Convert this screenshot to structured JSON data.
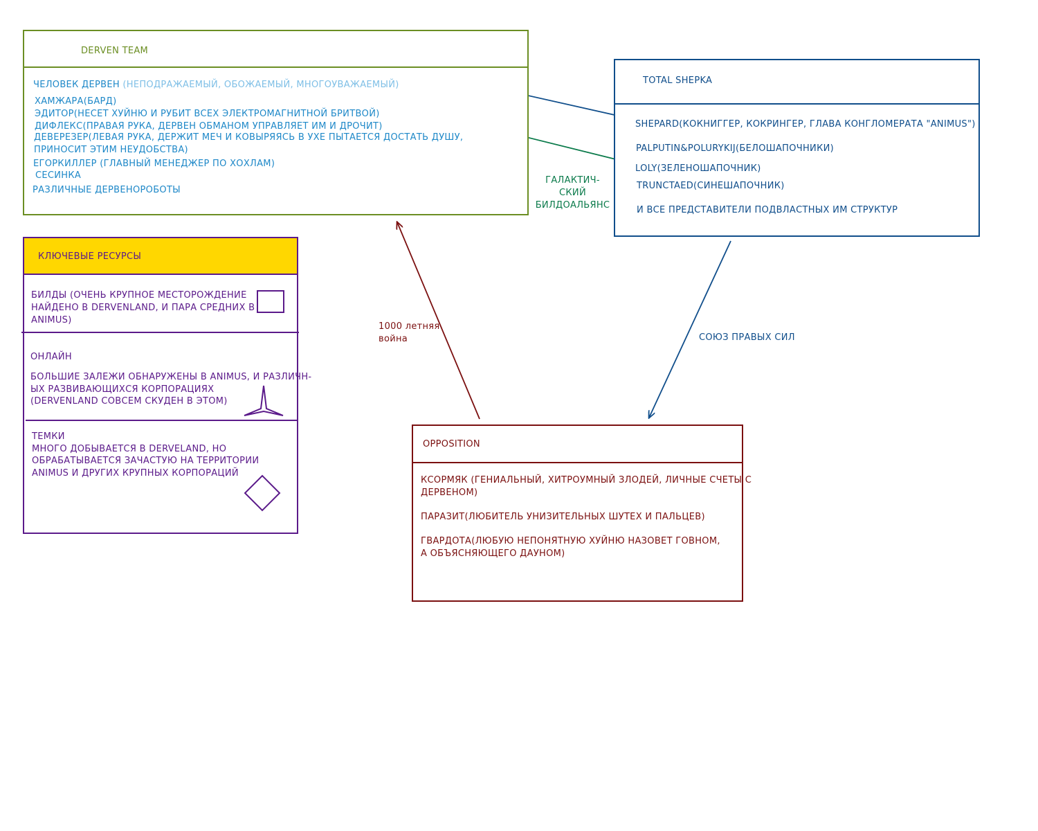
{
  "derven_team": {
    "title": "DERVEN TEAM",
    "line1_main": "ЧЕЛОВЕК ДЕРВЕН",
    "line1_extra": "(НЕПОДРАЖАЕМЫЙ, ОБОЖАЕМЫЙ, МНОГОУВАЖАЕМЫЙ)",
    "members": [
      "ХАМЖАРА(БАРД)",
      "ЭДИТОР(НЕСЕТ ХУЙНЮ И РУБИТ ВСЕХ ЭЛЕКТРОМАГНИТНОЙ БРИТВОЙ)",
      "ДИФЛЕКС(ПРАВАЯ РУКА, ДЕРВЕН ОБМАНОМ УПРАВЛЯЕТ ИМ И ДРОЧИТ)",
      "ДЕВЕРЕЗЕР(ЛЕВАЯ РУКА, ДЕРЖИТ МЕЧ И КОВЫРЯЯСЬ В УХЕ ПЫТАЕТСЯ ДОСТАТЬ ДУШУ,",
      "ПРИНОСИТ ЭТИМ НЕУДОБСТВА)",
      "ЕГОРКИЛЛЕР (ГЛАВНЫЙ МЕНЕДЖЕР ПО ХОХЛАМ)",
      "СЕСИНКА",
      "РАЗЛИЧНЫЕ ДЕРВЕНОРОБОТЫ"
    ]
  },
  "total_shepka": {
    "title": "TOTAL SHEPKA",
    "members": [
      "SHEPARD(КОКНИГГЕР, КОКРИНГЕР, ГЛАВА КОНГЛОМЕРАТА \"ANIMUS\")",
      "PALPUTIN&POLURYKIJ(БЕЛОШАПОЧНИКИ)",
      "LOLY(ЗЕЛЕНОШАПОЧНИК)",
      "TRUNCTAED(СИНЕШАПОЧНИК)",
      "И ВСЕ ПРЕДСТАВИТЕЛИ ПОДВЛАСТНЫХ ИМ СТРУКТУР"
    ]
  },
  "resources": {
    "title": "КЛЮЧЕВЫЕ РЕСУРСЫ",
    "builds": [
      "БИЛДЫ (ОЧЕНЬ КРУПНОЕ МЕСТОРОЖДЕНИЕ",
      "НАЙДЕНО В DERVENLAND, И ПАРА СРЕДНИХ В",
      "ANIMUS)"
    ],
    "online_title": "ОНЛАЙН",
    "online": [
      "БОЛЬШИЕ ЗАЛЕЖИ ОБНАРУЖЕНЫ В ANIMUS, И РАЗЛИЧН-",
      "ЫХ РАЗВИВАЮЩИХСЯ КОРПОРАЦИЯХ",
      "(DERVENLAND СОВСЕМ СКУДЕН В ЭТОМ)"
    ],
    "temki_title": "ТЕМКИ",
    "temki": [
      "МНОГО ДОБЫВАЕТСЯ В DERVELAND, НО",
      "ОБРАБАТЫВАЕТСЯ ЗАЧАСТУЮ НА ТЕРРИТОРИИ",
      "ANIMUS И ДРУГИХ КРУПНЫХ КОРПОРАЦИЙ"
    ]
  },
  "opposition": {
    "title": "OPPOSITION",
    "members": [
      "КСОРМЯК (ГЕНИАЛЬНЫЙ, ХИТРОУМНЫЙ ЗЛОДЕЙ, ЛИЧНЫЕ СЧЕТЫ С",
      "ДЕРВЕНОМ)",
      "ПАРАЗИТ(ЛЮБИТЕЛЬ УНИЗИТЕЛЬНЫХ ШУТЕХ И ПАЛЬЦЕВ)",
      "ГВАРДОТА(ЛЮБУЮ НЕПОНЯТНУЮ ХУЙНЮ НАЗОВЕТ ГОВНОМ,",
      "А ОБЪЯСНЯЮЩЕГО ДАУНОМ)"
    ]
  },
  "edges": {
    "galactic_1": "ГАЛАКТИЧ-СКИЙ",
    "galactic_2": "БИЛДОАЛЬЯНС",
    "war_1": "1000 летняя",
    "war_2": "война",
    "union": "СОЮЗ ПРАВЫХ СИЛ"
  },
  "colors": {
    "derven": "#6b8e23",
    "derven_text": "#1e88c8",
    "shepka": "#104e8b",
    "resources": "#5b1a8a",
    "resources_fill": "#ffd700",
    "opposition": "#7b1010",
    "galactic_arrow": "#0a7a4a"
  }
}
